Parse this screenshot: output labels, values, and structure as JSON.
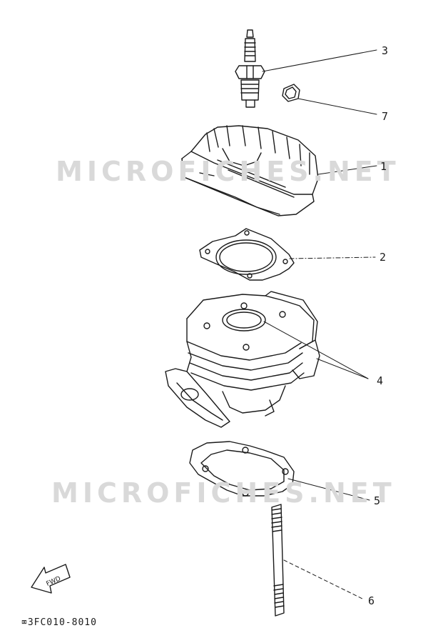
{
  "watermark": "MICROFICHES.NET",
  "callouts": [
    {
      "id": "spark-plug",
      "label": "3"
    },
    {
      "id": "nut",
      "label": "7"
    },
    {
      "id": "cylinder-head",
      "label": "1"
    },
    {
      "id": "head-gasket",
      "label": "2"
    },
    {
      "id": "cylinder",
      "label": "4"
    },
    {
      "id": "base-gasket",
      "label": "5"
    },
    {
      "id": "stud-bolt",
      "label": "6"
    }
  ],
  "fwd_label": "FWD",
  "drawing_code": "⌧3FC010-8010"
}
